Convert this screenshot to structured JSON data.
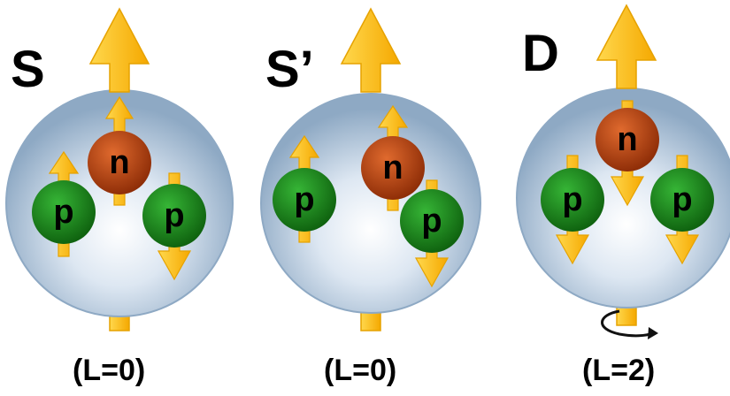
{
  "panels": [
    {
      "state": "S",
      "angular_momentum": "(L=0)"
    },
    {
      "state": "S’",
      "angular_momentum": "(L=0)"
    },
    {
      "state": "D",
      "angular_momentum": "(L=2)"
    }
  ],
  "particles": {
    "neutron": "n",
    "proton": "p"
  },
  "colors": {
    "sphere_edge": "#8ea9c4",
    "sphere_center": "#ffffff",
    "arrow_fill": "#ffc000",
    "arrow_edge": "#e6a200",
    "neutron_fill": "#b83a0c",
    "proton_fill": "#1d8a1d"
  }
}
